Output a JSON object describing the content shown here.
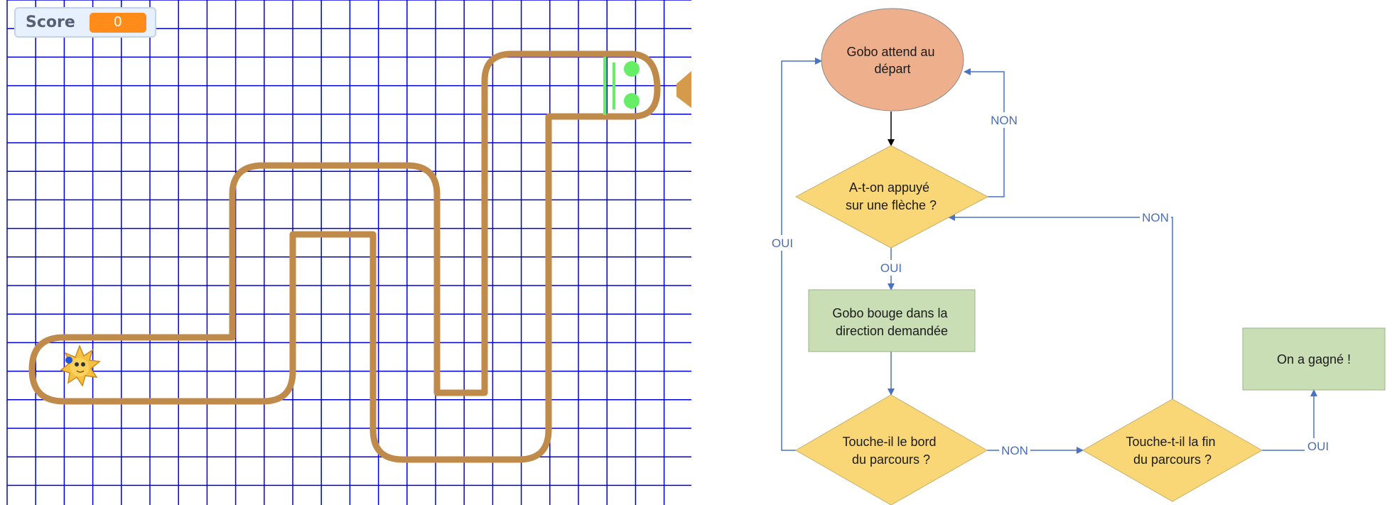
{
  "score": {
    "label": "Score",
    "value": "0"
  },
  "colors": {
    "grid": "#0000dd",
    "track": "#c08a4a",
    "finish": "#66ee66",
    "ellipse_fill": "#eeb08c",
    "diamond_fill": "#f9d776",
    "box_fill": "#c9deb4",
    "connector": "#4a72c4",
    "label": "#4a6fb5"
  },
  "sprite": {
    "name": "gobo-icon"
  },
  "flowchart": {
    "start": [
      "Gobo attend au",
      "départ"
    ],
    "decision_arrow": [
      "A-t-on appuyé",
      "sur une flèche ?"
    ],
    "move": [
      "Gobo bouge dans la",
      "direction demandée"
    ],
    "decision_border": [
      "Touche-il le bord",
      "du parcours ?"
    ],
    "decision_end": [
      "Touche-t-il la fin",
      "du parcours ?"
    ],
    "win": "On a gagné !",
    "labels": {
      "non_top": "NON",
      "oui_down": "OUI",
      "oui_left": "OUI",
      "non_right": "NON",
      "non_middle": "NON",
      "oui_win": "OUI"
    }
  }
}
